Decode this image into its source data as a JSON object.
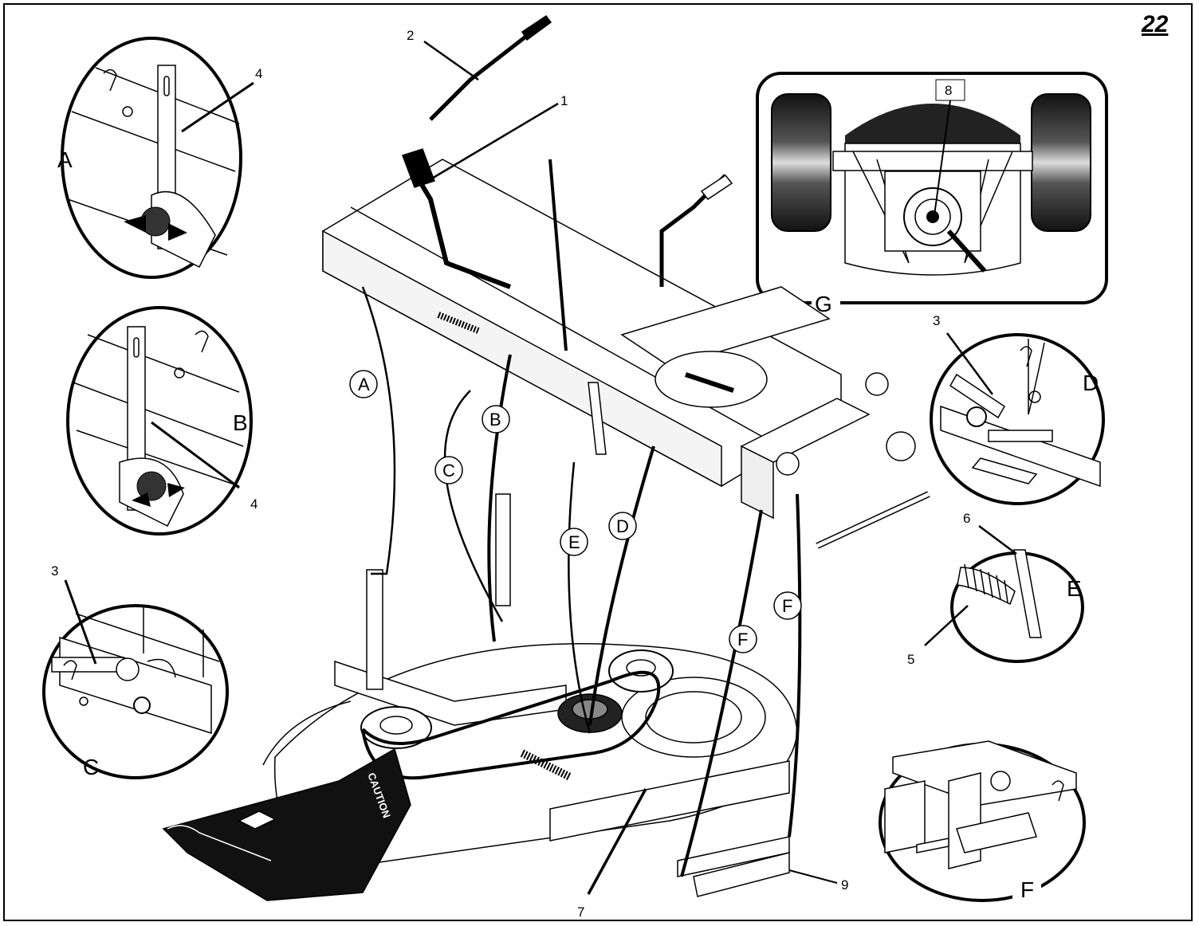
{
  "page_number": "22",
  "part_numbers": {
    "n1": "1",
    "n2": "2",
    "n3a": "3",
    "n3b": "3",
    "n4a": "4",
    "n4b": "4",
    "n5": "5",
    "n6": "6",
    "n7": "7",
    "n8": "8",
    "n9": "9"
  },
  "detail_letters": {
    "A": "A",
    "B": "B",
    "C": "C",
    "D": "D",
    "E": "E",
    "F": "F",
    "G": "G"
  },
  "callout_letters": {
    "A": "A",
    "B": "B",
    "C": "C",
    "D": "D",
    "E": "E",
    "F1": "F",
    "F2": "F"
  },
  "decal_text": "CAUTION"
}
